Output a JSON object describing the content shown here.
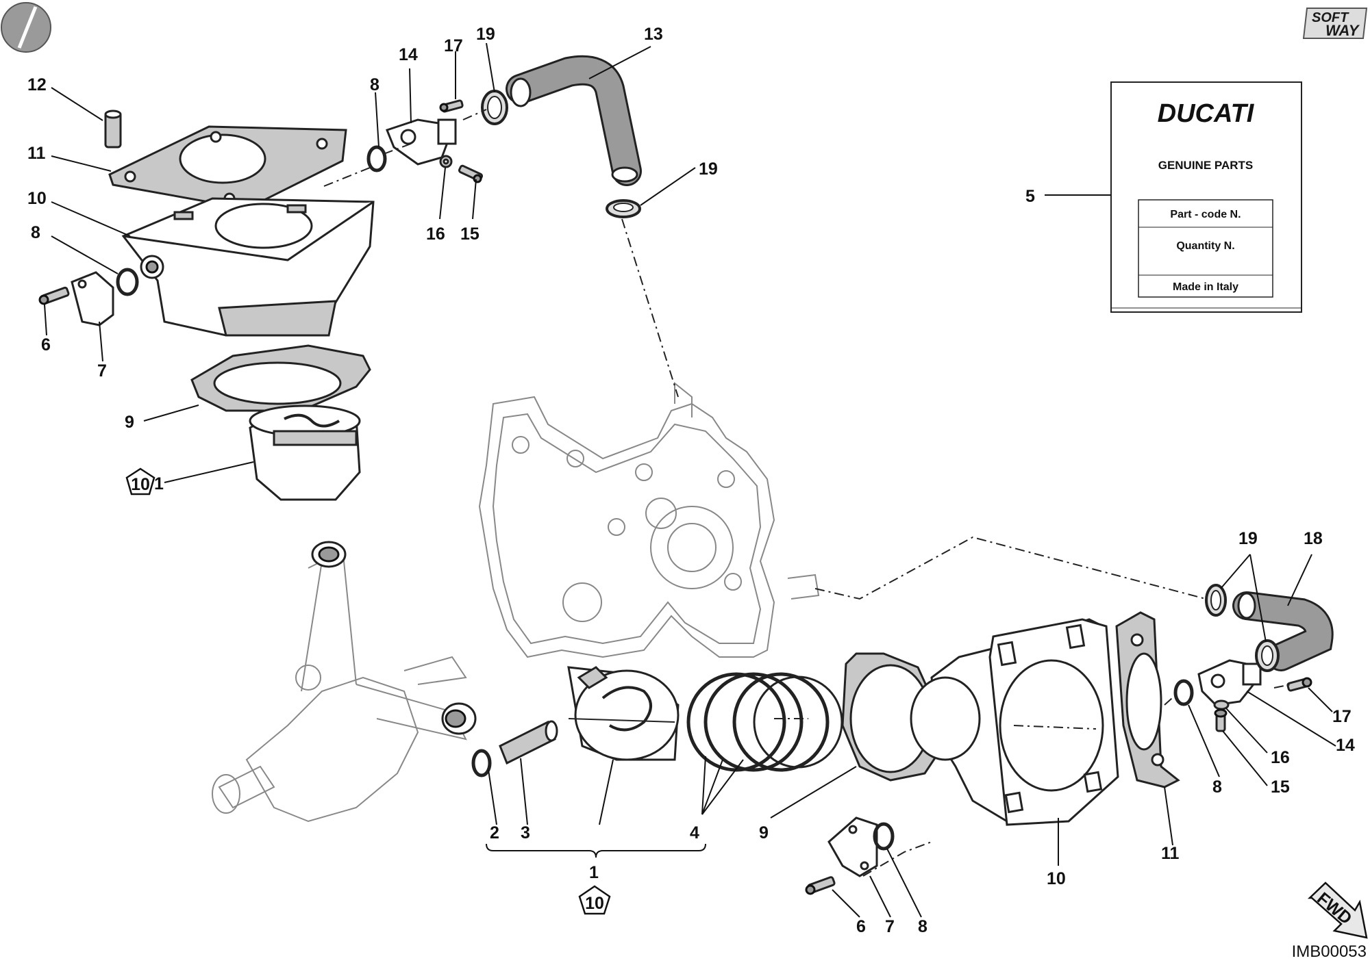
{
  "card": {
    "brand": "DUCATI",
    "subtitle": "GENUINE PARTS",
    "rows": [
      "Part - code N.",
      "Quantity N.",
      "Made in Italy"
    ]
  },
  "corner_logo": {
    "line1": "SOFT",
    "line2": "WAY"
  },
  "fwd_label": "FWD",
  "image_code": "IMB00053",
  "callouts": {
    "c12": "12",
    "c11": "11",
    "c10": "10",
    "c8a": "8",
    "c6a": "6",
    "c7a": "7",
    "c9a": "9",
    "c1a": "1",
    "c1a_box": "10",
    "c8b": "8",
    "c14a": "14",
    "c17a": "17",
    "c19a": "19",
    "c13": "13",
    "c19b": "19",
    "c16a": "16",
    "c15a": "15",
    "c5": "5",
    "c2": "2",
    "c3": "3",
    "c4": "4",
    "c1b": "1",
    "c1b_box": "10",
    "c9b": "9",
    "c6b": "6",
    "c7b": "7",
    "c8c": "8",
    "c10b": "10",
    "c11b": "11",
    "c8d": "8",
    "c19c": "19",
    "c18": "18",
    "c17b": "17",
    "c14b": "14",
    "c16b": "16",
    "c15b": "15"
  }
}
